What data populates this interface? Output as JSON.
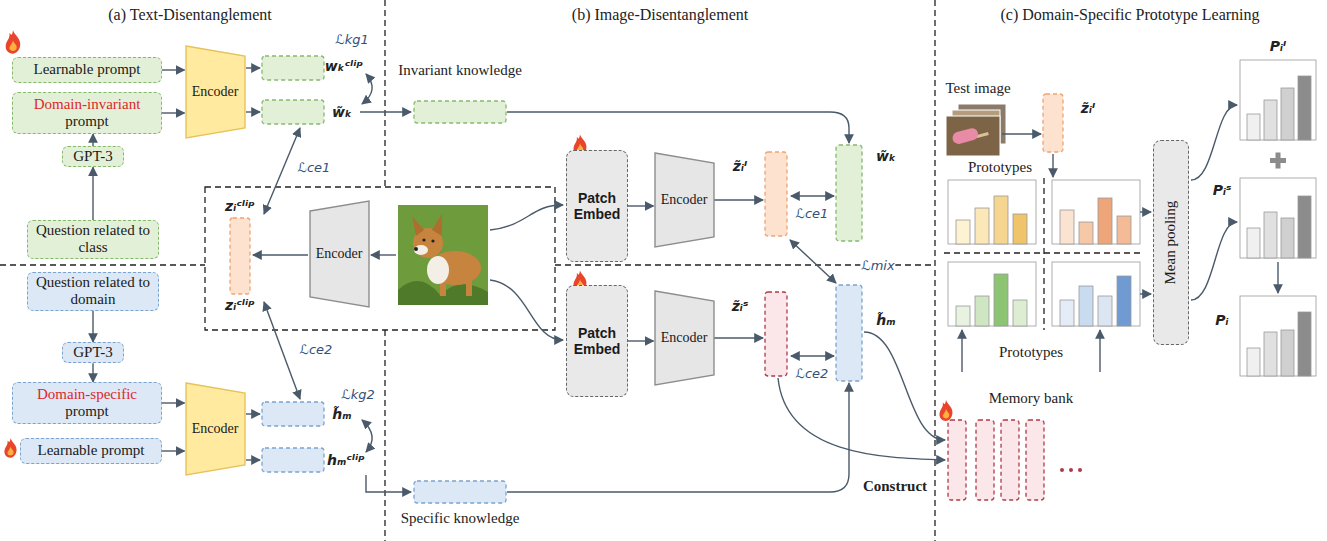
{
  "diagram": {
    "nodes": [
      {
        "text": [
          "Learnable prompt"
        ]
      },
      {
        "text": [
          "Domain-invariant",
          "prompt"
        ]
      },
      {
        "text": [
          "GPT-3"
        ]
      },
      {
        "text": [
          "Question related to class"
        ]
      },
      {
        "text": [
          "Encoder"
        ]
      },
      {
        "text": [
          "Question related to domain"
        ]
      },
      {
        "text": [
          "GPT-3"
        ]
      },
      {
        "text": [
          "Domain-specific",
          "prompt"
        ]
      },
      {
        "text": [
          "Learnable prompt"
        ]
      },
      {
        "text": [
          "Encoder"
        ]
      },
      {
        "text": [
          "Encoder"
        ]
      },
      {
        "text": [
          "Patch Embed"
        ]
      },
      {
        "text": [
          "Encoder"
        ]
      },
      {
        "text": [
          "Patch Embed"
        ]
      },
      {
        "text": [
          "Encoder"
        ]
      },
      {
        "text": [
          "Mean pooling"
        ]
      }
    ],
    "edges": [
      {
        "from": 0,
        "to": 4,
        "arrow": "to"
      },
      {
        "from": 1,
        "to": 4,
        "arrow": "to"
      },
      {
        "from": 3,
        "to": 2,
        "arrow": "to"
      },
      {
        "from": 2,
        "to": 1,
        "arrow": "to"
      },
      {
        "from": 5,
        "to": 6,
        "arrow": "to"
      },
      {
        "from": 6,
        "to": 7,
        "arrow": "to"
      },
      {
        "from": 7,
        "to": 9,
        "arrow": "to"
      },
      {
        "from": 8,
        "to": 9,
        "arrow": "to"
      },
      {
        "from": 11,
        "to": 12,
        "arrow": "to"
      },
      {
        "from": 13,
        "to": 14,
        "arrow": "to"
      }
    ],
    "labels": [
      "(a) Text-Disentanglement",
      "(b) Image-Disentanglement",
      "(c) Domain-Specific Prototype Learning",
      "wₖᶜˡⁱᵖ",
      "w̃ₖ",
      "ℒkg1",
      "zᵢᶜˡⁱᵖ",
      "ℒce1",
      "zᵢᶜˡⁱᵖ",
      "ℒce2",
      "h̃ₘ",
      "hₘᶜˡⁱᵖ",
      "ℒkg2",
      "Invariant knowledge",
      "w̃ₖ",
      "z̃ᵢᴵ",
      "ℒce1",
      "ℒmix",
      "z̃ᵢˢ",
      "ℒce2",
      "h̃ₘ",
      "Specific knowledge",
      "Construct",
      "Test image",
      "z̃ᵢᴵ",
      "Prototypes",
      "Prototypes",
      "Memory bank",
      "Pᵢᴵ",
      "Pᵢˢ",
      "Pᵢ"
    ]
  }
}
